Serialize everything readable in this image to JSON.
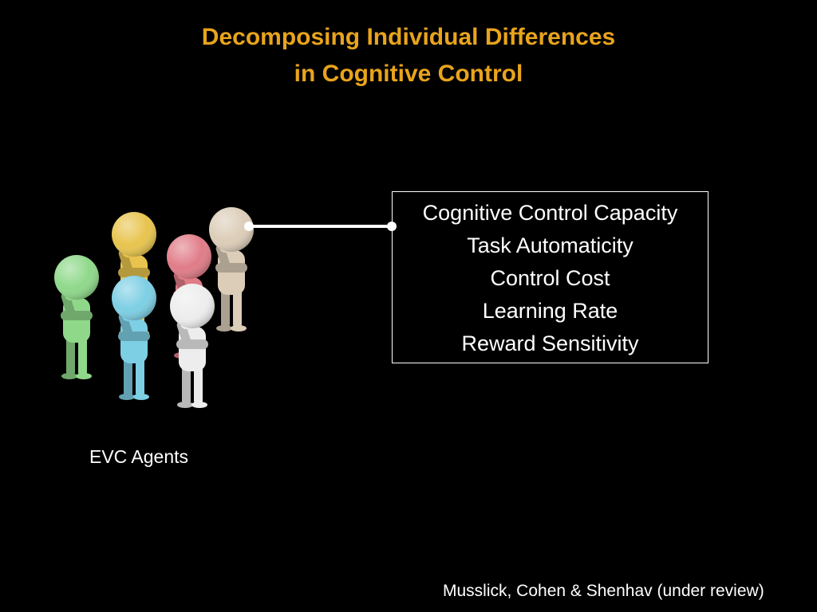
{
  "slide": {
    "title_line1": "Decomposing Individual Differences",
    "title_line2": "in Cognitive Control",
    "agents_label": "EVC Agents",
    "citation": "Musslick, Cohen & Shenhav  (under review)"
  },
  "parameters": [
    "Cognitive Control Capacity",
    "Task Automaticity",
    "Control Cost",
    "Learning Rate",
    "Reward Sensitivity"
  ],
  "colors": {
    "title": "#E8A41C",
    "background": "#000000",
    "text": "#FFFFFF"
  },
  "figures": [
    {
      "name": "yellow-agent-figure",
      "color": "#E8C44E",
      "icon": "thinking-person-icon"
    },
    {
      "name": "pink-agent-figure",
      "color": "#E07C88",
      "icon": "thinking-person-icon"
    },
    {
      "name": "beige-agent-figure",
      "color": "#DCCDB8",
      "icon": "thinking-person-icon"
    },
    {
      "name": "green-agent-figure",
      "color": "#8FD88A",
      "icon": "thinking-person-icon"
    },
    {
      "name": "blue-agent-figure",
      "color": "#7DCFE4",
      "icon": "thinking-person-icon"
    },
    {
      "name": "white-agent-figure",
      "color": "#EDEDED",
      "icon": "thinking-person-icon"
    }
  ]
}
